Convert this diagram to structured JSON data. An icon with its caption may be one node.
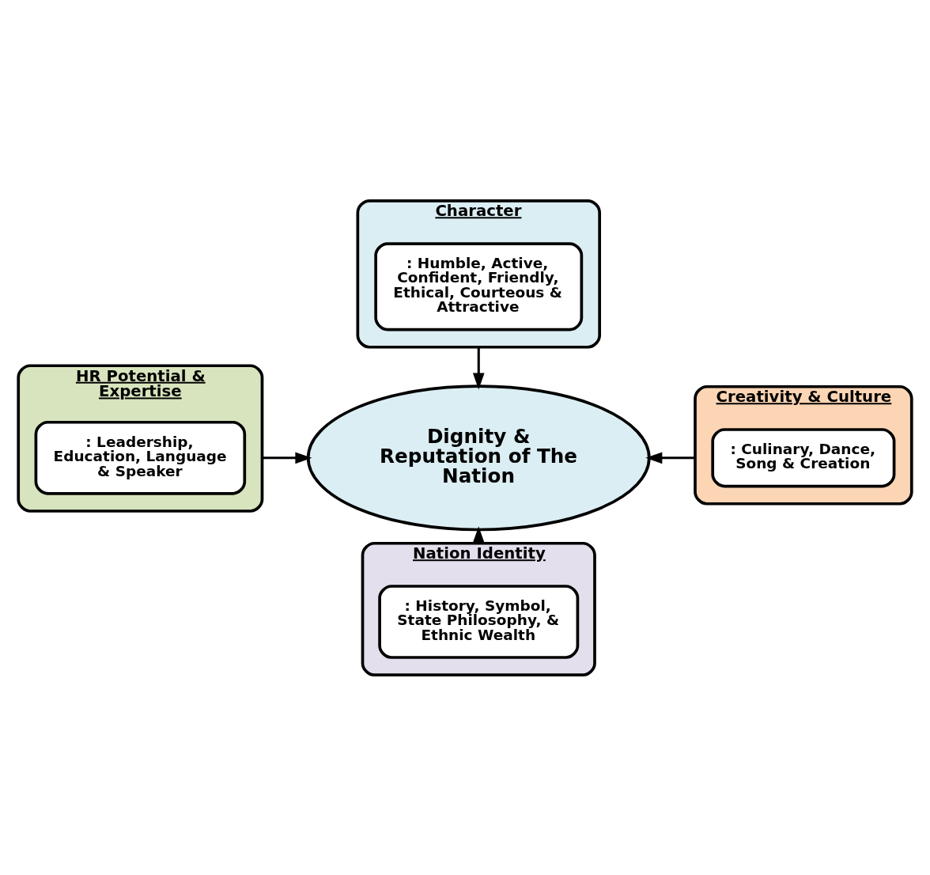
{
  "diagram": {
    "nodes": [
      {
        "text": [
          "Character"
        ]
      },
      {
        "text": [
          ": Humble, Active, Confident, Friendly, Ethical, Courteous & Attractive"
        ],
        "in": 0
      },
      {
        "text": [
          "HR Potential & Expertise"
        ]
      },
      {
        "text": [
          ": Leadership, Education, Language & Speaker"
        ],
        "in": 2
      },
      {
        "text": [
          "Dignity & Reputation of The Nation"
        ]
      },
      {
        "text": [
          "Creativity & Culture"
        ]
      },
      {
        "text": [
          ": Culinary, Dance, Song & Creation"
        ],
        "in": 5
      },
      {
        "text": [
          "Nation Identity"
        ]
      },
      {
        "text": [
          ": History, Symbol, State Philosophy, & Ethnic Wealth"
        ],
        "in": 7
      }
    ],
    "edges": [
      {
        "from": 0,
        "to": 4,
        "arrow": "to"
      },
      {
        "from": 2,
        "to": 4,
        "arrow": "to"
      },
      {
        "from": 5,
        "to": 4,
        "arrow": "to"
      },
      {
        "from": 7,
        "to": 4,
        "arrow": "to"
      }
    ]
  }
}
